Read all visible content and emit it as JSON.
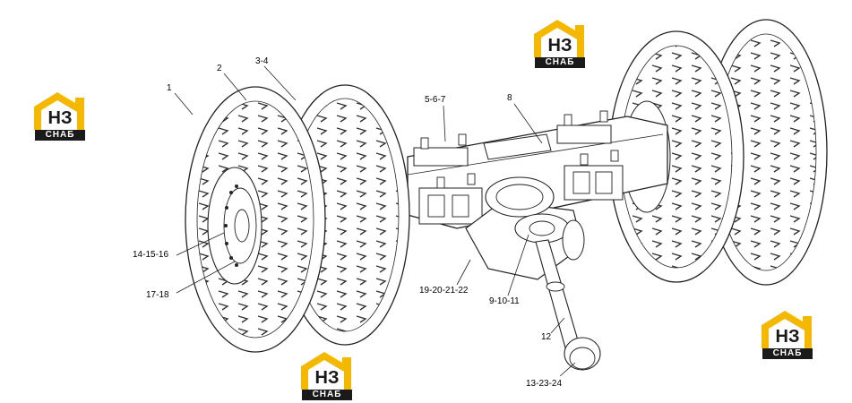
{
  "logo": {
    "letters": "НЗ",
    "caption": "СНАБ",
    "accent": "#f5b800",
    "dark": "#1a1a1a"
  },
  "callouts": [
    {
      "id": "c1",
      "text": "1"
    },
    {
      "id": "c2",
      "text": "2"
    },
    {
      "id": "c3",
      "text": "3-4"
    },
    {
      "id": "c4",
      "text": "5-6-7"
    },
    {
      "id": "c5",
      "text": "8"
    },
    {
      "id": "c6",
      "text": "14-15-16"
    },
    {
      "id": "c7",
      "text": "17-18"
    },
    {
      "id": "c8",
      "text": "19-20-21-22"
    },
    {
      "id": "c9",
      "text": "9-10-11"
    },
    {
      "id": "c10",
      "text": "12"
    },
    {
      "id": "c11",
      "text": "13-23-24"
    }
  ]
}
